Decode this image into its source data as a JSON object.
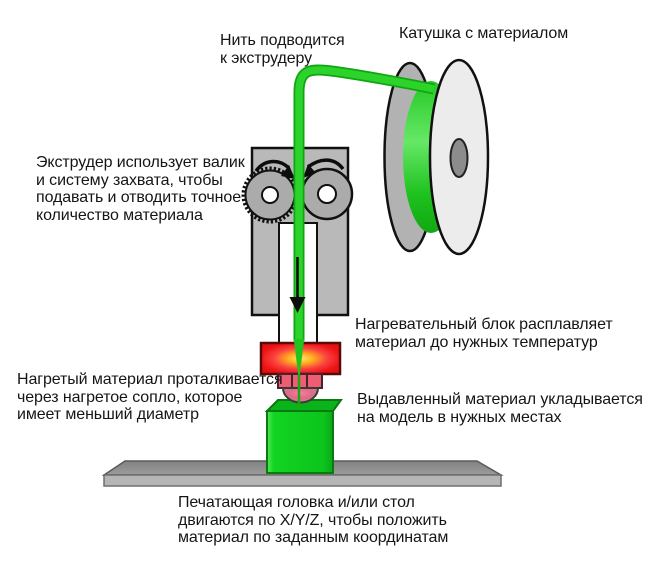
{
  "labels": {
    "filament_feed": {
      "lines": [
        "Нить подводится",
        "к экструдеру"
      ]
    },
    "spool": {
      "lines": [
        "Катушка с материалом"
      ]
    },
    "extruder": {
      "lines": [
        "Экструдер использует валик",
        "и систему захвата, чтобы",
        "подавать и отводить точное",
        "количество материала"
      ]
    },
    "heater": {
      "lines": [
        "Нагревательный блок расплавляет",
        "материал до нужных температур"
      ]
    },
    "nozzle": {
      "lines": [
        "Нагретый материал проталкивается",
        "через нагретое сопло, которое",
        "имеет меньший диаметр"
      ]
    },
    "extruded": {
      "lines": [
        "Выдавленный материал укладывается",
        "на модель в нужных местах"
      ]
    },
    "movement": {
      "lines": [
        "Печатающая головка и/или стол",
        "двигаются по X/Y/Z, чтобы положить",
        "материал по заданным координатам"
      ]
    }
  },
  "colors": {
    "background": "#ffffff",
    "text": "#151515",
    "filament_green": "#1fc41f",
    "filament_green_dark": "#11a511",
    "filament_green_light": "#2bd32b",
    "filament_thin_green": "#13ad13",
    "spool_back_gray": "#b2b2b2",
    "spool_front_gray": "#ececec",
    "spool_hub_gray": "#8c8c8c",
    "body_gray": "#b9b9b9",
    "roller_gray": "#ababab",
    "tube_white": "#ffffff",
    "heater_red": "#ea1111",
    "heater_glow_yellow": "#ffe27a",
    "nozzle_pink": "#ef5d72",
    "model_green": "#0ecf1f",
    "model_green_top": "#0ab319",
    "plate_top_gray": "#8c8c8c",
    "plate_front_gray": "#b5b5b5",
    "outline_black": "#111111"
  }
}
